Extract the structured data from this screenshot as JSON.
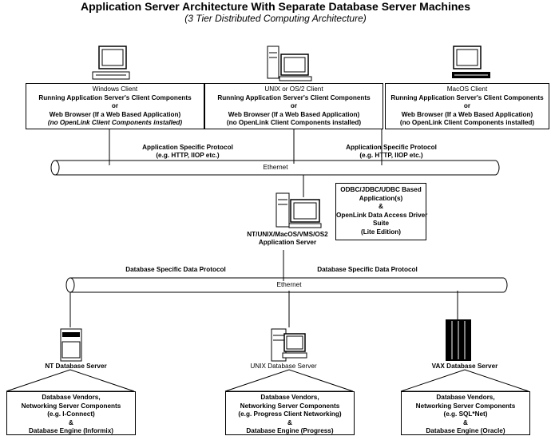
{
  "title": "Application Server Architecture With Separate Database Server Machines",
  "subtitle": "(3 Tier Distributed Computing Architecture)",
  "clients": [
    {
      "name": "Windows Client",
      "line1": "Running Application Server's Client Components",
      "or1": "or",
      "line2": "Web Browser (If a Web Based Application)",
      "note": "(no OpenLink Client Components installed)"
    },
    {
      "name": "UNIX or OS/2 Client",
      "line1": "Running Application Server's Client Components",
      "or1": "or",
      "line2": "Web Browser (If a Web Based Application)",
      "note": "(no OpenLink Client Components installed)"
    },
    {
      "name": "MacOS Client",
      "line1": "Running Application Server's Client Components",
      "or1": "or",
      "line2": "Web Browser (If a Web Based Application)",
      "note": "(no OpenLink Client Components installed)"
    }
  ],
  "app_protocol_left": [
    "Application Specific Protocol",
    "(e.g. HTTP, IIOP etc.)"
  ],
  "app_protocol_right": [
    "Application Specific Protocol",
    "(e.g. HTTP, IIOP etc.)"
  ],
  "ethernet_top": "Ethernet",
  "ethernet_bottom": "Ethernet",
  "app_server": {
    "name_line1": "NT/UNIX/MacOS/VMS/OS2",
    "name_line2": "Application Server",
    "box": [
      "ODBC/JDBC/UDBC Based",
      "Application(s)",
      "&",
      "OpenLink Data Access Driver",
      "Suite",
      "(Lite Edition)"
    ]
  },
  "db_protocol_left": "Database Specific Data Protocol",
  "db_protocol_right": "Database Specific Data Protocol",
  "db_servers": [
    {
      "name": "NT Database Server",
      "lines": [
        "Database Vendors,",
        "Networking Server Components",
        "(e.g. I-Connect)",
        "&",
        "Database Engine (Informix)"
      ]
    },
    {
      "name": "UNIX Database Server",
      "lines": [
        "Database Vendors,",
        "Networking Server Components",
        "(e.g. Progress Client Networking)",
        "&",
        "Database Engine (Progress)"
      ]
    },
    {
      "name": "VAX Database Server",
      "lines": [
        "Database Vendors,",
        "Networking Server Components",
        "(e.g. SQL*Net)",
        "&",
        "Database Engine (Oracle)"
      ]
    }
  ]
}
